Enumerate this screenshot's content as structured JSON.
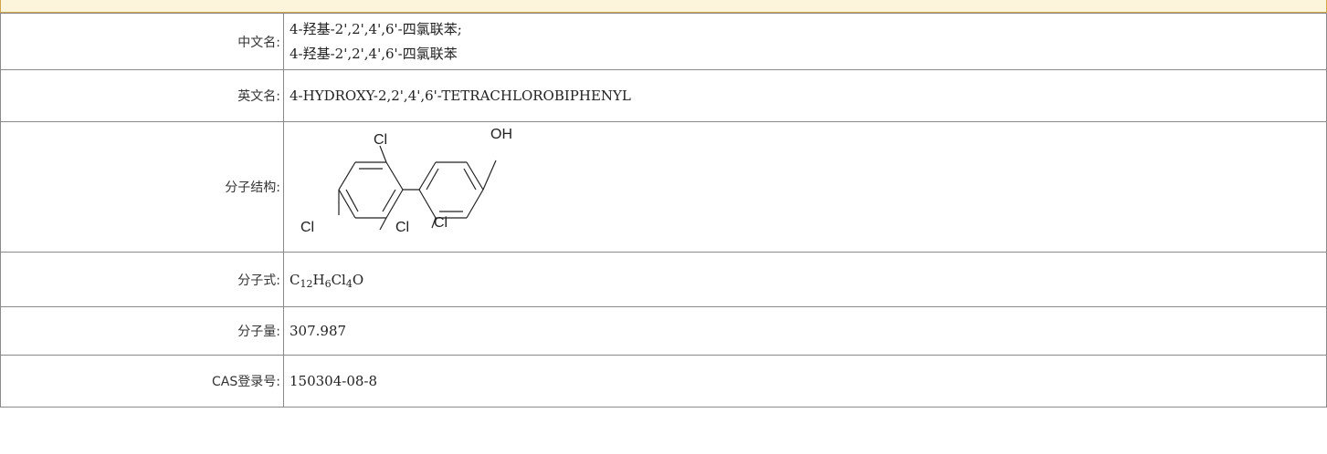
{
  "rows": {
    "cn_name": {
      "label": "中文名:",
      "values": [
        "4-羟基-2',2',4',6'-四氯联苯;",
        "4-羟基-2',2',4',6'-四氯联苯"
      ]
    },
    "en_name": {
      "label": "英文名:",
      "value": "4-HYDROXY-2,2',4',6'-TETRACHLOROBIPHENYL"
    },
    "structure": {
      "label": "分子结构:",
      "atoms": {
        "oh": "OH",
        "cl_top": "Cl",
        "cl_left": "Cl",
        "cl_mid": "Cl",
        "cl_right": "Cl"
      }
    },
    "formula": {
      "label": "分子式:",
      "parts": [
        {
          "el": "C",
          "n": "12"
        },
        {
          "el": "H",
          "n": "6"
        },
        {
          "el": "Cl",
          "n": "4"
        },
        {
          "el": "O",
          "n": ""
        }
      ]
    },
    "mw": {
      "label": "分子量:",
      "value": "307.987"
    },
    "cas": {
      "label": "CAS登录号:",
      "value": "150304-08-8"
    }
  }
}
